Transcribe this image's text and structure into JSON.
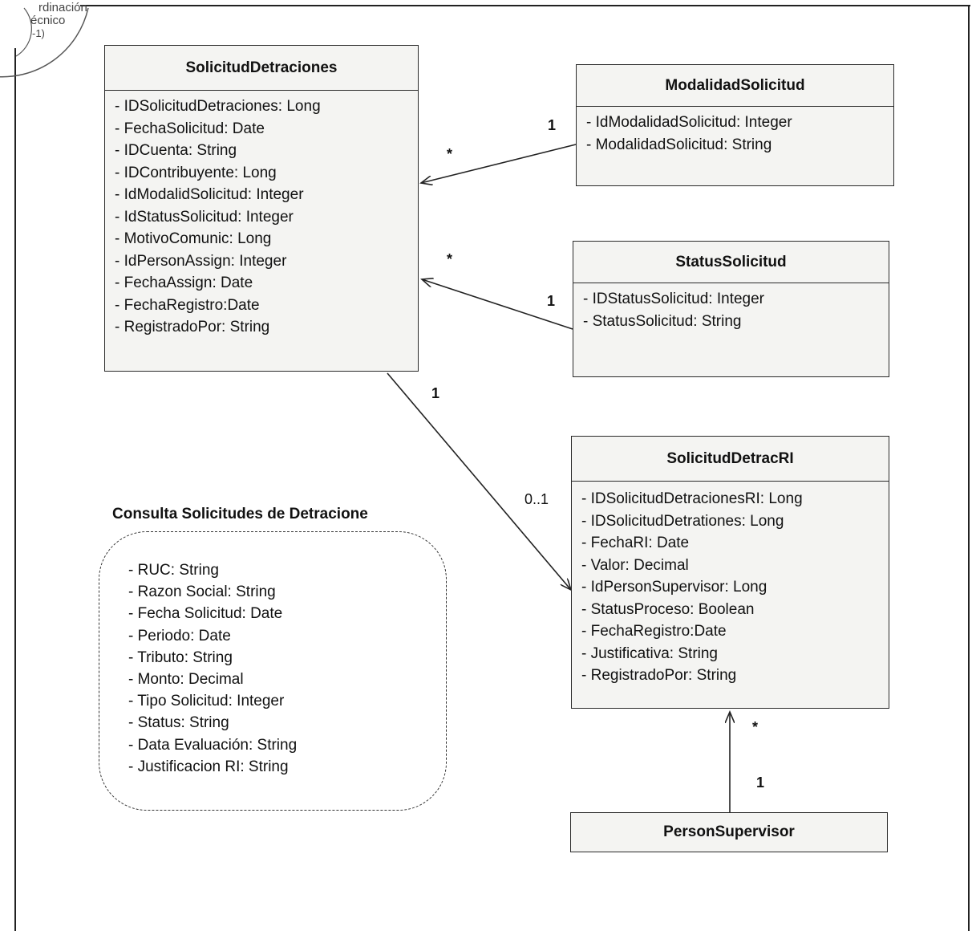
{
  "classes": {
    "solicitud_detraciones": {
      "name": "SolicitudDetraciones",
      "attributes": [
        "- IDSolicitudDetraciones: Long",
        "- FechaSolicitud: Date",
        "- IDCuenta: String",
        "- IDContribuyente: Long",
        "- IdModalidSolicitud: Integer",
        "- IdStatusSolicitud: Integer",
        "- MotivoComunic: Long",
        "- IdPersonAssign: Integer",
        "- FechaAssign: Date",
        "- FechaRegistro:Date",
        "- RegistradoPor: String"
      ]
    },
    "modalidad_solicitud": {
      "name": "ModalidadSolicitud",
      "attributes": [
        "- IdModalidadSolicitud: Integer",
        "- ModalidadSolicitud: String"
      ]
    },
    "status_solicitud": {
      "name": "StatusSolicitud",
      "attributes": [
        "- IDStatusSolicitud: Integer",
        "- StatusSolicitud: String"
      ]
    },
    "solicitud_detrac_ri": {
      "name": "SolicitudDetracRI",
      "attributes": [
        "- IDSolicitudDetracionesRI: Long",
        "- IDSolicitudDetrationes: Long",
        "- FechaRI: Date",
        "- Valor: Decimal",
        "- IdPersonSupervisor: Long",
        "- StatusProceso: Boolean",
        "- FechaRegistro:Date",
        "- Justificativa: String",
        "- RegistradoPor: String"
      ]
    },
    "person_supervisor": {
      "name": "PersonSupervisor"
    }
  },
  "note": {
    "title": "Consulta Solicitudes de Detracione",
    "attributes": [
      "- RUC: String",
      "- Razon Social: String",
      "- Fecha Solicitud: Date",
      "- Periodo: Date",
      "- Tributo: String",
      "- Monto: Decimal",
      "- Tipo Solicitud: Integer",
      "- Status: String",
      "- Data Evaluación: String",
      "- Justificacion RI: String"
    ]
  },
  "multiplicities": {
    "modalidad_one": "1",
    "modalidad_many": "*",
    "status_many": "*",
    "status_one": "1",
    "ri_one": "1",
    "ri_zero_one": "0..1",
    "supervisor_many": "*",
    "supervisor_one": "1"
  },
  "stamp_text": [
    "rdinación",
    "écnico",
    "-1)"
  ]
}
